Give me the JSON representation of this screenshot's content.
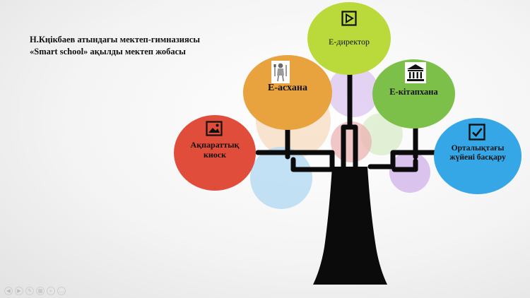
{
  "title": {
    "line1": "Н.Кңікбаев атындағы мектеп-гимназиясы",
    "line2": "«Smart school» ақылды мектеп жобасы"
  },
  "nodes": {
    "director": {
      "label": "Е-директор",
      "color": "#bada3c",
      "icon": "play-square-icon"
    },
    "canteen": {
      "label": "Е-асхана",
      "color": "#e8a23e",
      "icon": "chef-figure-icon"
    },
    "library": {
      "label": "Е-кітапхана",
      "color": "#7cc04a",
      "icon": "library-building-icon"
    },
    "kiosk": {
      "label": "Ақпараттық киоск",
      "color": "#e04d3a",
      "icon": "picture-frame-icon"
    },
    "central": {
      "label": "Орталықтағы жүйені басқару",
      "color": "#35a6e6",
      "icon": "checkbox-checked-icon"
    }
  },
  "nav_icons": [
    "prev-icon",
    "next-icon",
    "pen-icon",
    "slides-icon",
    "zoom-icon",
    "more-icon"
  ]
}
